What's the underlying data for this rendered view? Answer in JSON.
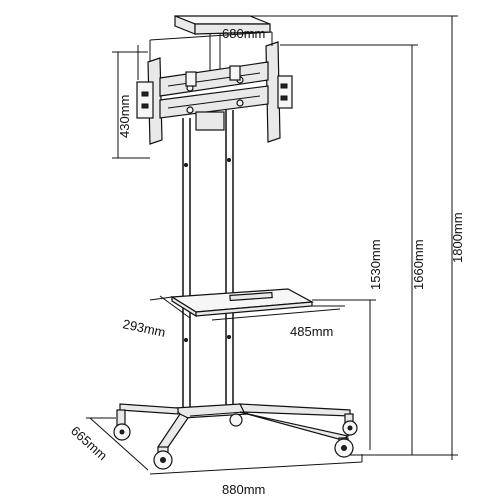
{
  "dimensions": {
    "mount_width": "680mm",
    "mount_height": "430mm",
    "shelf_depth": "293mm",
    "shelf_width": "485mm",
    "height_shelf": "1530mm",
    "height_mount": "1660mm",
    "height_total": "1800mm",
    "base_depth": "665mm",
    "base_width": "880mm"
  }
}
